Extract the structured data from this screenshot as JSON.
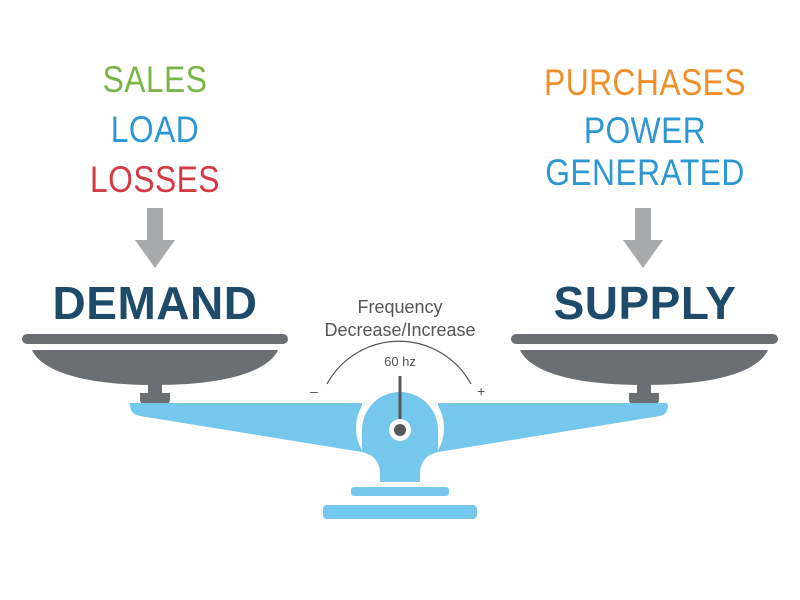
{
  "demand": {
    "items": [
      {
        "text": "SALES",
        "color": "#7bb54a"
      },
      {
        "text": "LOAD",
        "color": "#2d97d3"
      },
      {
        "text": "LOSSES",
        "color": "#d23a44"
      }
    ],
    "title": "DEMAND"
  },
  "supply": {
    "items": [
      {
        "text": "PURCHASES",
        "color": "#ee8f2a"
      },
      {
        "text": "POWER",
        "color": "#2d97d3"
      },
      {
        "text": "GENERATED",
        "color": "#2d97d3"
      }
    ],
    "title": "SUPPLY"
  },
  "gauge": {
    "title_line1": "Frequency",
    "title_line2": "Decrease/Increase",
    "center_label": "60 hz",
    "minus_label": "–",
    "plus_label": "+"
  },
  "colors": {
    "beam": "#76c7ec",
    "pan": "#6b6e73",
    "arrow": "#a8a9ab",
    "heading": "#1f4b6b",
    "needle": "#55575a"
  }
}
